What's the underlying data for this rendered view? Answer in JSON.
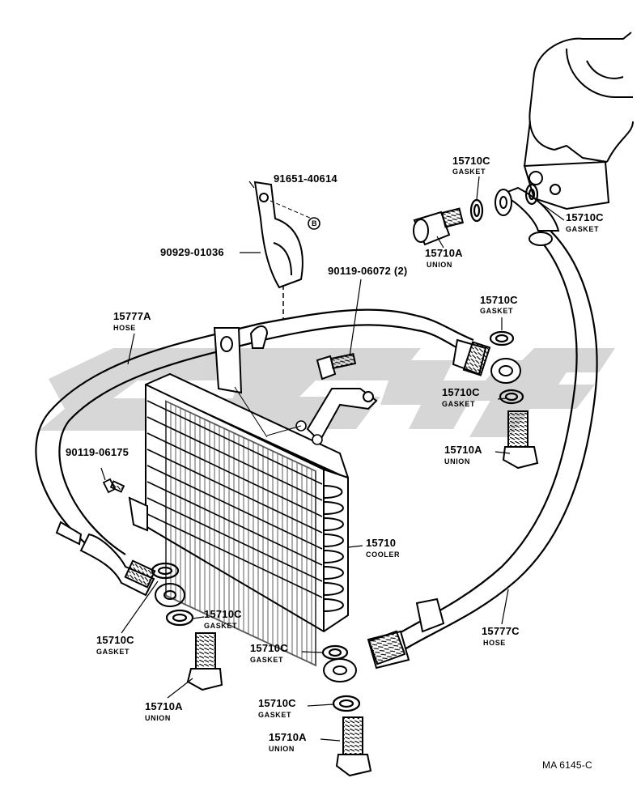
{
  "labels": {
    "clamp_bolt": "91651-40614",
    "clip": "90929-01036",
    "circle_b": "B",
    "bolts_top": "90119-06072 (2)",
    "bolt_left": "90119-06175",
    "hose_a": "15777A",
    "hose_a_sub": "HOSE",
    "hose_c": "15777C",
    "hose_c_sub": "HOSE",
    "cooler": "15710",
    "cooler_sub": "COOLER",
    "gasket_top": "15710C",
    "gasket_top_sub": "GASKET",
    "gasket_topright": "15710C",
    "gasket_topright_sub": "GASKET",
    "union_top": "15710A",
    "union_top_sub": "UNION",
    "gasket_right1": "15710C",
    "gasket_right1_sub": "GASKET",
    "gasket_right2": "15710C",
    "gasket_right2_sub": "GASKET",
    "union_right": "15710A",
    "union_right_sub": "UNION",
    "gasket_left1": "15710C",
    "gasket_left1_sub": "GASKET",
    "gasket_left2": "15710C",
    "gasket_left2_sub": "GASKET",
    "union_left": "15710A",
    "union_left_sub": "UNION",
    "gasket_bot1": "15710C",
    "gasket_bot1_sub": "GASKET",
    "gasket_bot2": "15710C",
    "gasket_bot2_sub": "GASKET",
    "union_bot": "15710A",
    "union_bot_sub": "UNION",
    "diagram_code": "MA 6145-C"
  }
}
